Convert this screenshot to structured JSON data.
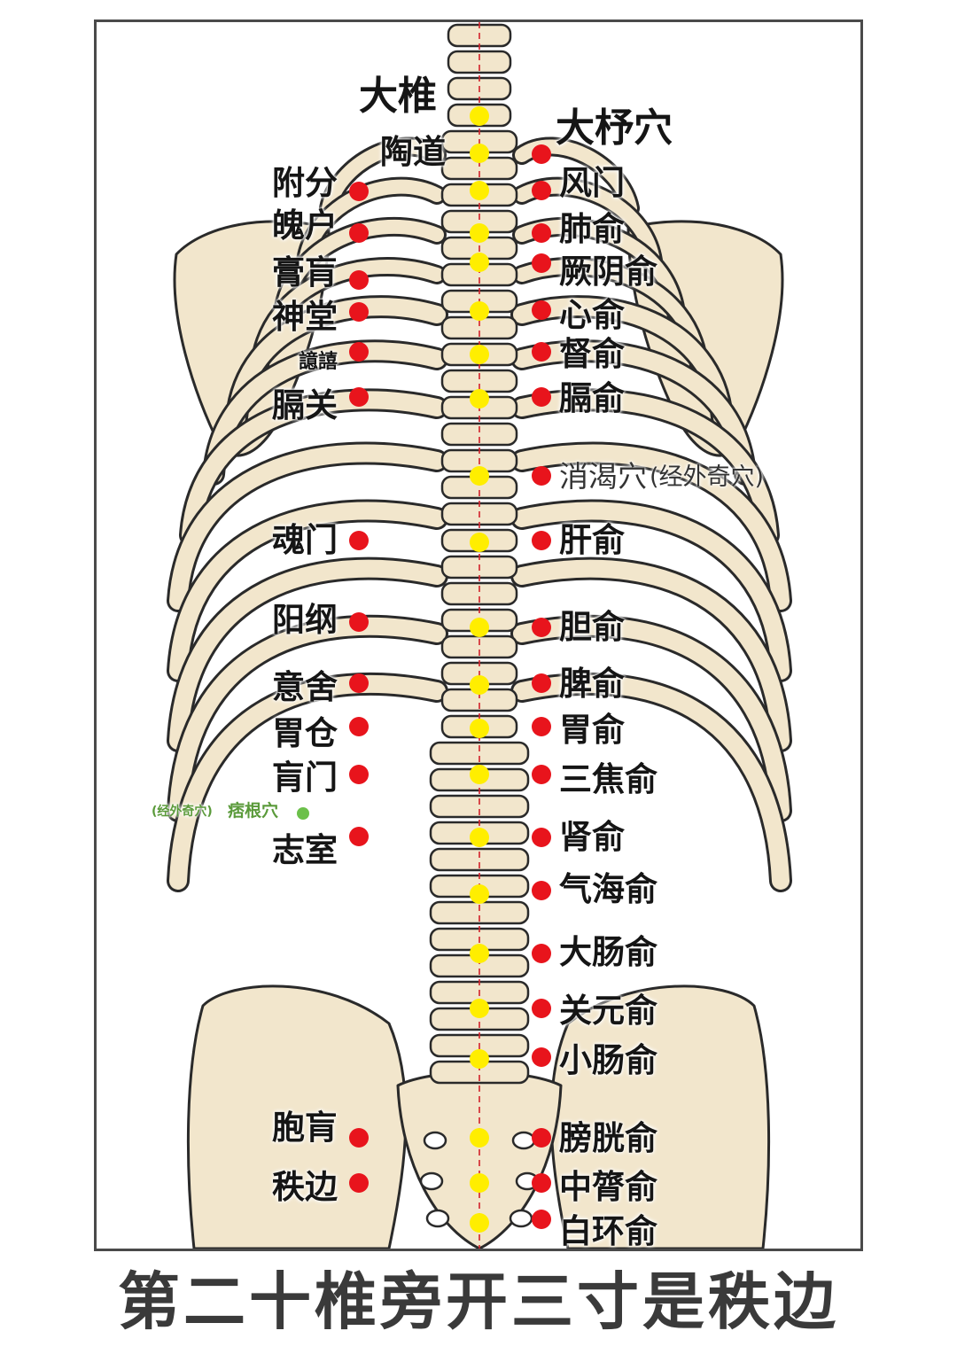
{
  "caption": "第二十椎旁开三寸是秩边",
  "colors": {
    "bone_fill": "#f2e6cc",
    "bone_stroke": "#2a2a2a",
    "bone_shade": "#e3c99c",
    "midline": "#d2202a",
    "spine_point": "#ffee00",
    "side_point": "#e8141c",
    "extra_point": "#6cc04a",
    "frame": "#4a4a4a"
  },
  "top_labels": {
    "dazhui": "大椎",
    "taodao": "陶道",
    "dazhu": "大杼穴"
  },
  "left_points": [
    {
      "label": "附分"
    },
    {
      "label": "魄户"
    },
    {
      "label": "膏肓"
    },
    {
      "label": "神堂"
    },
    {
      "label": "譩譆"
    },
    {
      "label": "膈关"
    },
    {
      "label": "魂门"
    },
    {
      "label": "阳纲"
    },
    {
      "label": "意舍"
    },
    {
      "label": "胃仓"
    },
    {
      "label": "肓门"
    },
    {
      "label": "志室"
    },
    {
      "label": "胞肓"
    },
    {
      "label": "秩边"
    }
  ],
  "extra_point": {
    "note": "(经外奇穴)",
    "label": "痞根穴"
  },
  "right_points": [
    {
      "label": "风门"
    },
    {
      "label": "肺俞"
    },
    {
      "label": "厥阴俞"
    },
    {
      "label": "心俞"
    },
    {
      "label": "督俞"
    },
    {
      "label": "膈俞"
    },
    {
      "label": "消渴穴",
      "note": "(经外奇穴)"
    },
    {
      "label": "肝俞"
    },
    {
      "label": "胆俞"
    },
    {
      "label": "脾俞"
    },
    {
      "label": "胃俞"
    },
    {
      "label": "三焦俞"
    },
    {
      "label": "肾俞"
    },
    {
      "label": "气海俞"
    },
    {
      "label": "大肠俞"
    },
    {
      "label": "关元俞"
    },
    {
      "label": "小肠俞"
    },
    {
      "label": "膀胱俞"
    },
    {
      "label": "中膂俞"
    },
    {
      "label": "白环俞"
    }
  ]
}
